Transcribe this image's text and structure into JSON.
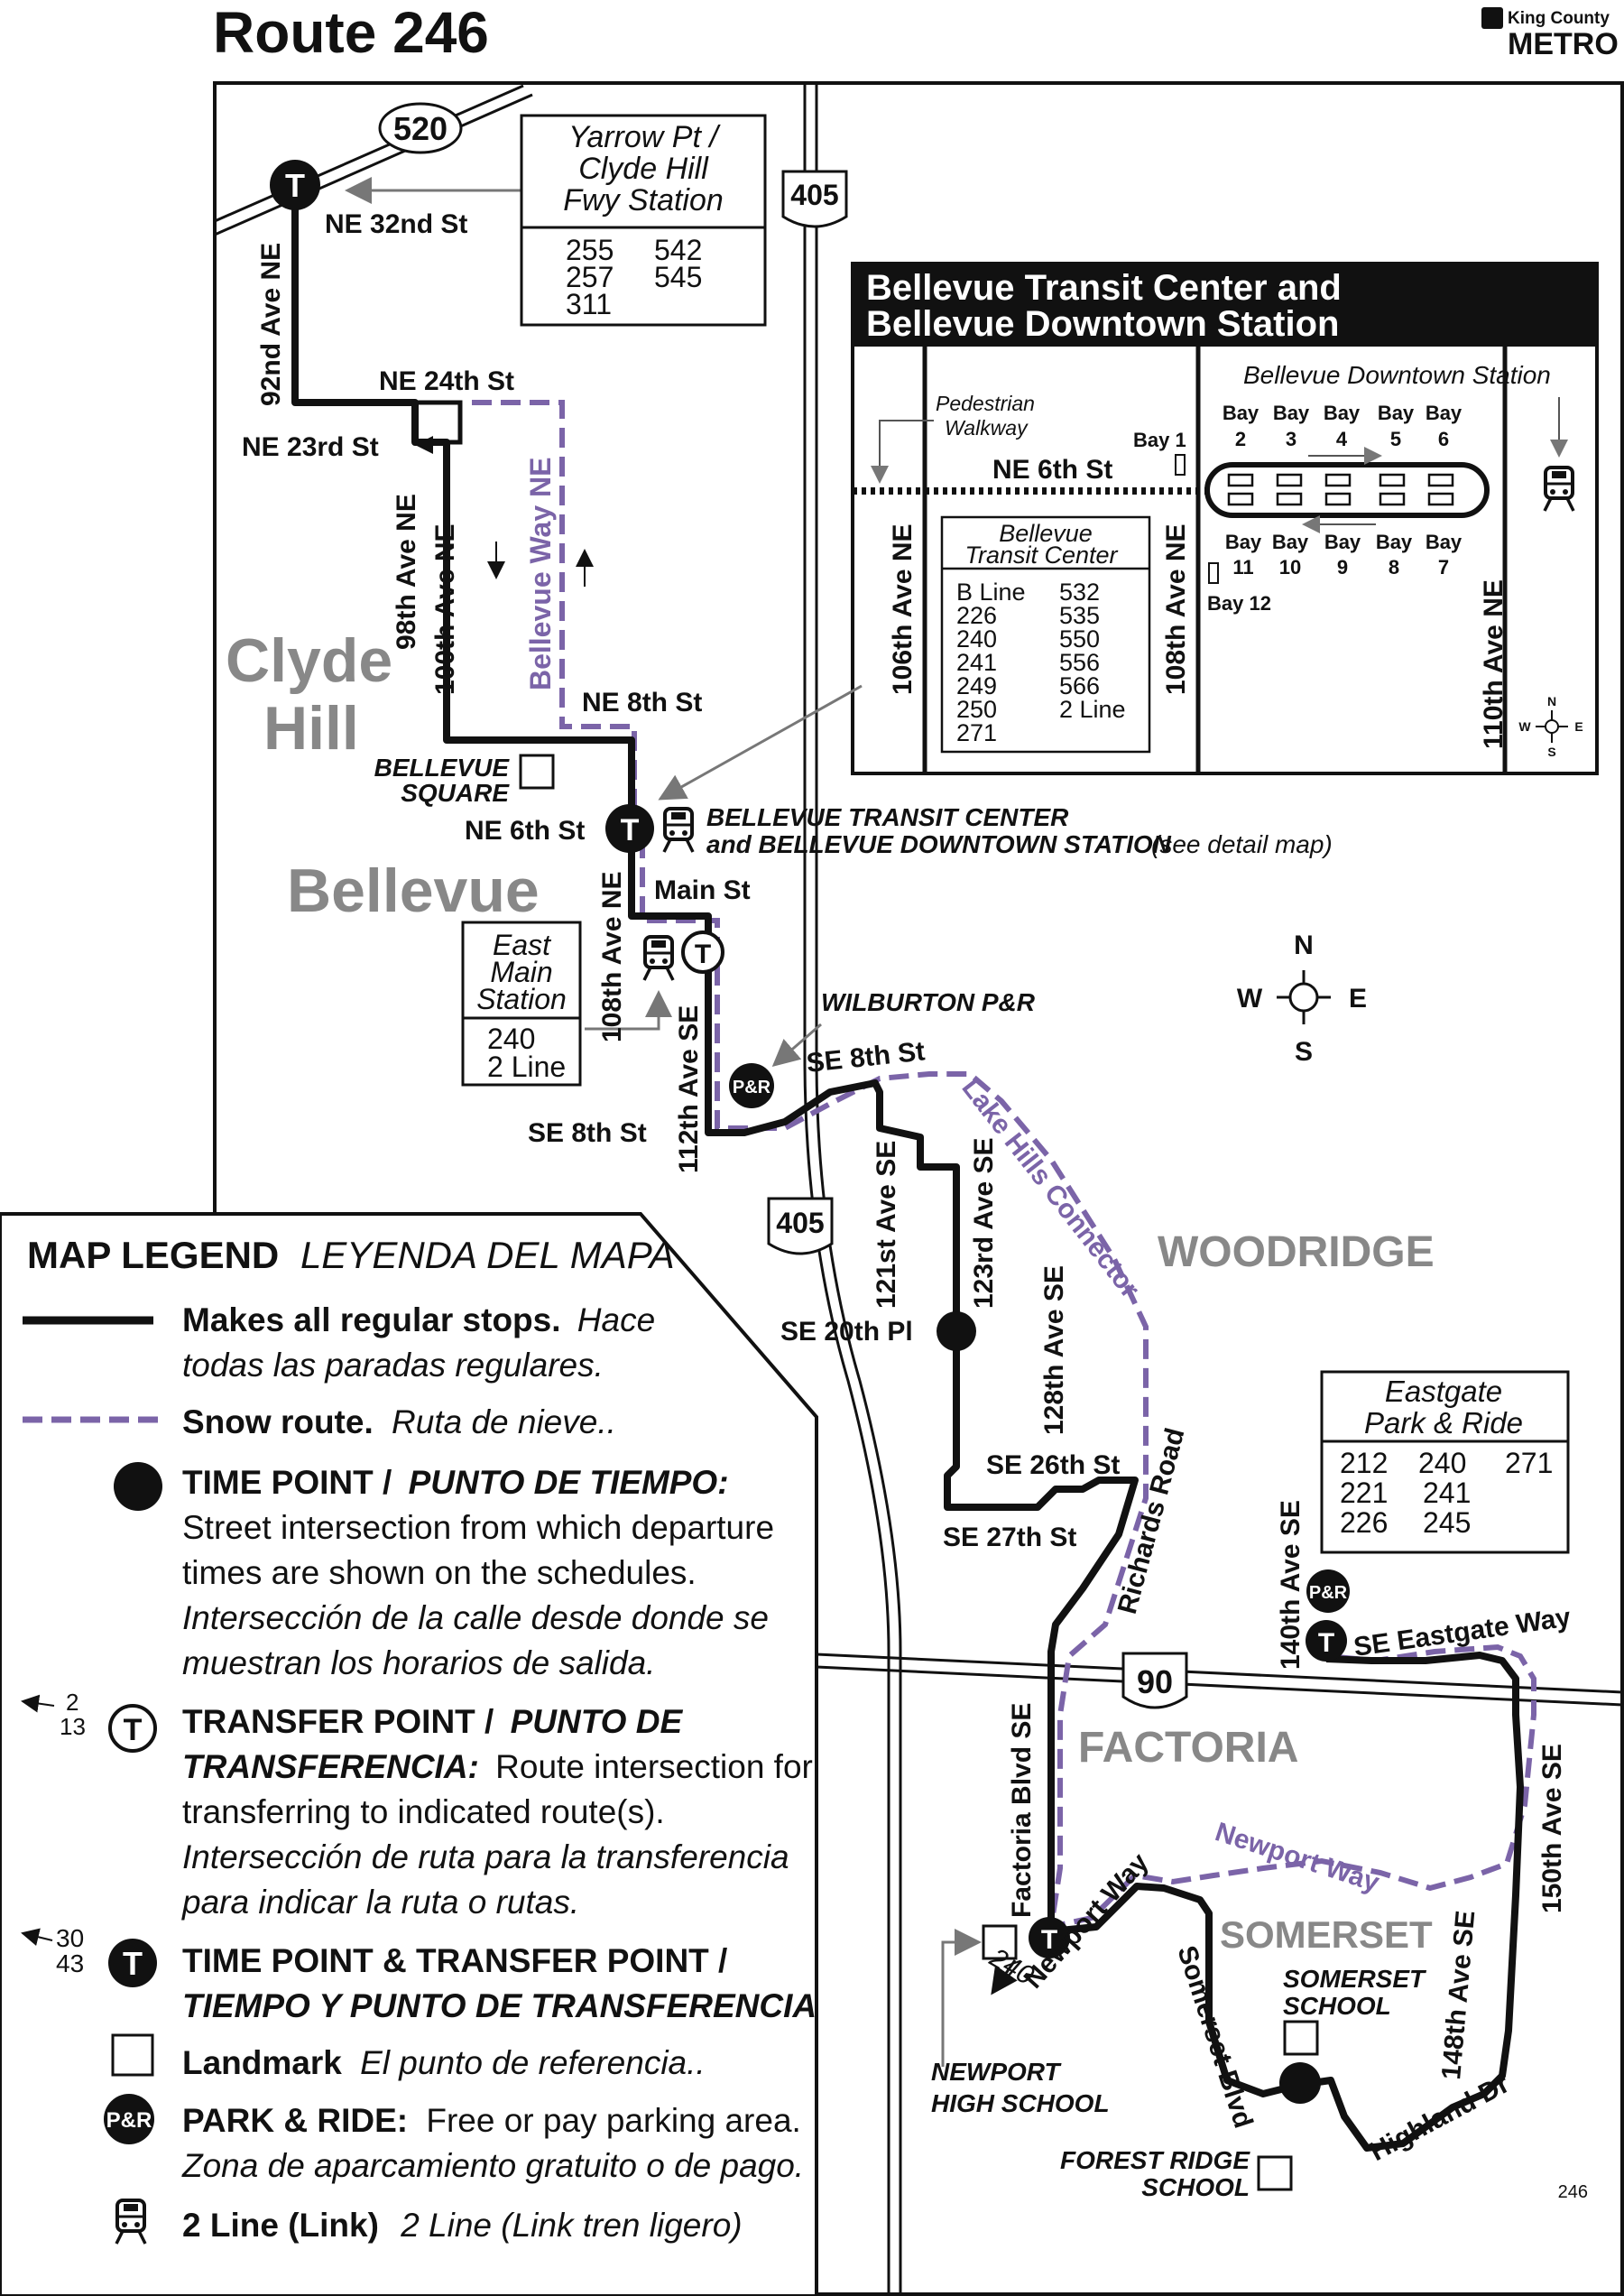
{
  "title": "Route 246",
  "agency": {
    "line1": "King County",
    "line2": "METRO"
  },
  "route_number_corner": "246",
  "highway_shields": {
    "sr520": "520",
    "i405_north": "405",
    "i405_south": "405",
    "i90": "90"
  },
  "stations": {
    "yarrow": {
      "name_lines": [
        "Yarrow Pt /",
        "Clyde Hill",
        "Fwy Station"
      ],
      "routes": [
        "255",
        "542",
        "257",
        "545",
        "311"
      ]
    },
    "east_main": {
      "name_lines": [
        "East",
        "Main",
        "Station"
      ],
      "routes": [
        "240",
        "2 Line"
      ]
    },
    "eastgate": {
      "name_lines": [
        "Eastgate",
        "Park & Ride"
      ],
      "routes": [
        "212",
        "240",
        "271",
        "221",
        "241",
        "226",
        "245"
      ]
    },
    "btc_label_lines": [
      "BELLEVUE TRANSIT CENTER",
      "and BELLEVUE DOWNTOWN STATION"
    ],
    "btc_note": "(see detail map)",
    "wilburton": "WILBURTON P&R"
  },
  "detail_map": {
    "title_lines": [
      "Bellevue Transit Center and",
      "Bellevue Downtown Station"
    ],
    "downtown_station": "Bellevue Downtown Station",
    "pedestrian_walkway": [
      "Pedestrian",
      "Walkway"
    ],
    "street_ne6": "NE 6th St",
    "avenues": [
      "106th Ave NE",
      "108th Ave NE",
      "110th Ave NE"
    ],
    "bays_top": [
      {
        "word": "Bay",
        "num": "2"
      },
      {
        "word": "Bay",
        "num": "3"
      },
      {
        "word": "Bay",
        "num": "4"
      },
      {
        "word": "Bay",
        "num": "5"
      },
      {
        "word": "Bay",
        "num": "6"
      }
    ],
    "bays_bottom": [
      {
        "word": "Bay",
        "num": "11"
      },
      {
        "word": "Bay",
        "num": "10"
      },
      {
        "word": "Bay",
        "num": "9"
      },
      {
        "word": "Bay",
        "num": "8"
      },
      {
        "word": "Bay",
        "num": "7"
      }
    ],
    "bay1": "Bay 1",
    "bay12": "Bay 12",
    "transit_center": [
      "Bellevue",
      "Transit Center"
    ],
    "tc_routes": [
      "B Line",
      "532",
      "226",
      "535",
      "240",
      "550",
      "241",
      "556",
      "249",
      "566",
      "250",
      "2 Line",
      "271"
    ],
    "compass": {
      "n": "N",
      "s": "S",
      "e": "E",
      "w": "W"
    }
  },
  "streets": {
    "ne32": "NE 32nd St",
    "ne24": "NE 24th St",
    "ne23": "NE 23rd St",
    "ave92": "92nd Ave NE",
    "ave98": "98th Ave NE",
    "ave100": "100th Ave NE",
    "bellevue_way": "Bellevue Way NE",
    "ne8": "NE 8th St",
    "ne6": "NE 6th St",
    "main": "Main St",
    "ave108": "108th Ave NE",
    "ave112": "112th Ave SE",
    "se8_lower": "SE 8th St",
    "se8_upper": "SE 8th St",
    "lake_hills": "Lake Hills Connector",
    "ave121": "121st Ave SE",
    "ave123": "123rd Ave SE",
    "ave128": "128th Ave SE",
    "se20": "SE 20th Pl",
    "se26": "SE 26th St",
    "se27": "SE 27th St",
    "richards": "Richards Road",
    "ave140": "140th Ave SE",
    "eastgate_way": "SE Eastgate Way",
    "ave150": "150th Ave SE",
    "factoria_blvd": "Factoria Blvd SE",
    "newport_way_ne": "Newport Way",
    "newport_way_sw": "Newport Way",
    "somerset_blvd": "Somerset Blvd",
    "ave148": "148th Ave SE",
    "highland": "Highland Dr"
  },
  "places": {
    "clyde": "Clyde",
    "hill": "Hill",
    "bellevue": "Bellevue",
    "woodridge": "WOODRIDGE",
    "factoria": "FACTORIA",
    "somerset": "SOMERSET",
    "bellevue_square": [
      "BELLEVUE",
      "SQUARE"
    ],
    "somerset_school": [
      "SOMERSET",
      "SCHOOL"
    ],
    "newport_hs": [
      "NEWPORT",
      "HIGH SCHOOL"
    ],
    "forest_ridge": [
      "FOREST RIDGE",
      "SCHOOL"
    ],
    "route240_arrow": "240"
  },
  "compass": {
    "n": "N",
    "s": "S",
    "e": "E",
    "w": "W"
  },
  "legend": {
    "title": "MAP LEGEND",
    "title_es": "LEYENDA DEL MAPA",
    "regular_bold": "Makes all regular stops.",
    "regular_es1": "Hace",
    "regular_es2": "todas las paradas regulares.",
    "snow_bold": "Snow route.",
    "snow_es": "Ruta de nieve..",
    "time_bold": "TIME POINT /",
    "time_bold_es": "PUNTO DE TIEMPO:",
    "time_l2": "Street intersection from which departure",
    "time_l3": "times are shown on the schedules.",
    "time_l4": "Intersección de la calle desde donde se",
    "time_l5": "muestran los horarios de salida.",
    "transfer_n1": "2",
    "transfer_n2": "13",
    "transfer_bold": "TRANSFER POINT /",
    "transfer_bold_es": "PUNTO DE",
    "transfer_l2_bold": "TRANSFERENCIA:",
    "transfer_l2": "Route intersection for",
    "transfer_l3": "transferring to indicated route(s).",
    "transfer_l4": "Intersección de ruta para la transferencia",
    "transfer_l5": "para indicar la ruta o rutas.",
    "tt_n1": "30",
    "tt_n2": "43",
    "tt_l1": "TIME POINT & TRANSFER POINT /",
    "tt_l2": "TIEMPO Y PUNTO DE TRANSFERENCIA",
    "landmark_bold": "Landmark",
    "landmark_es": "El punto de referencia..",
    "pr_bold": "PARK & RIDE:",
    "pr_l1": "Free or pay parking area.",
    "pr_l2": "Zona de aparcamiento gratuito o de pago.",
    "link_bold": "2 Line (Link)",
    "link_es": "2 Line (Link tren ligero)"
  },
  "icons": {
    "t": "T",
    "pr": "P&R"
  },
  "colors": {
    "route": "#111111",
    "snow": "#7b64a8",
    "place_gray": "#888888",
    "header_bg": "#111111"
  }
}
